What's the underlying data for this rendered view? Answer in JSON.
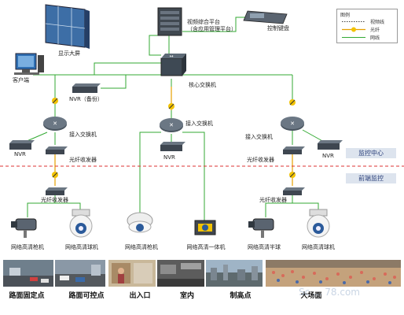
{
  "legend": {
    "title": "图例",
    "items": [
      {
        "label": "视频线",
        "style": "dotted",
        "color": "#444444"
      },
      {
        "label": "光纤",
        "style": "solid",
        "color": "#e6a000"
      },
      {
        "label": "网线",
        "style": "solid",
        "color": "#33aa33"
      }
    ]
  },
  "devices": {
    "display_wall": "显示大屏",
    "platform_line1": "视频综合平台",
    "platform_line2": "（含应用管理平台）",
    "keyboard": "控制键盘",
    "client": "客户端",
    "core_switch": "核心交换机",
    "nvr_backup": "NVR（备份）",
    "access_left": "接入交换机",
    "access_mid": "接入交换机",
    "access_right": "接入交换机",
    "nvr_left": "NVR",
    "nvr_mid": "NVR",
    "nvr_right": "NVR",
    "fiber_center_left": "光纤收发器",
    "fiber_center_right": "光纤收发器",
    "fiber_front_left": "光纤收发器",
    "fiber_front_right": "光纤收发器"
  },
  "zones": {
    "center": "监控中心",
    "front": "前端监控"
  },
  "cameras": [
    {
      "label": "网络高清枪机"
    },
    {
      "label": "网络高清球机"
    },
    {
      "label": "网络高清枪机"
    },
    {
      "label": "网络高清一体机"
    },
    {
      "label": "网络高清半球"
    },
    {
      "label": "网络高清球机"
    }
  ],
  "scenes": [
    {
      "label": "路面固定点"
    },
    {
      "label": "路面可控点"
    },
    {
      "label": "出入口"
    },
    {
      "label": "室内"
    },
    {
      "label": "制高点"
    },
    {
      "label": "大场面"
    }
  ],
  "watermark": "Sc ... 78.com",
  "colors": {
    "fiber": "#e6a000",
    "network": "#33aa33",
    "video": "#444444",
    "divider": "#dd3333",
    "zone_bg": "#dde4ee"
  }
}
